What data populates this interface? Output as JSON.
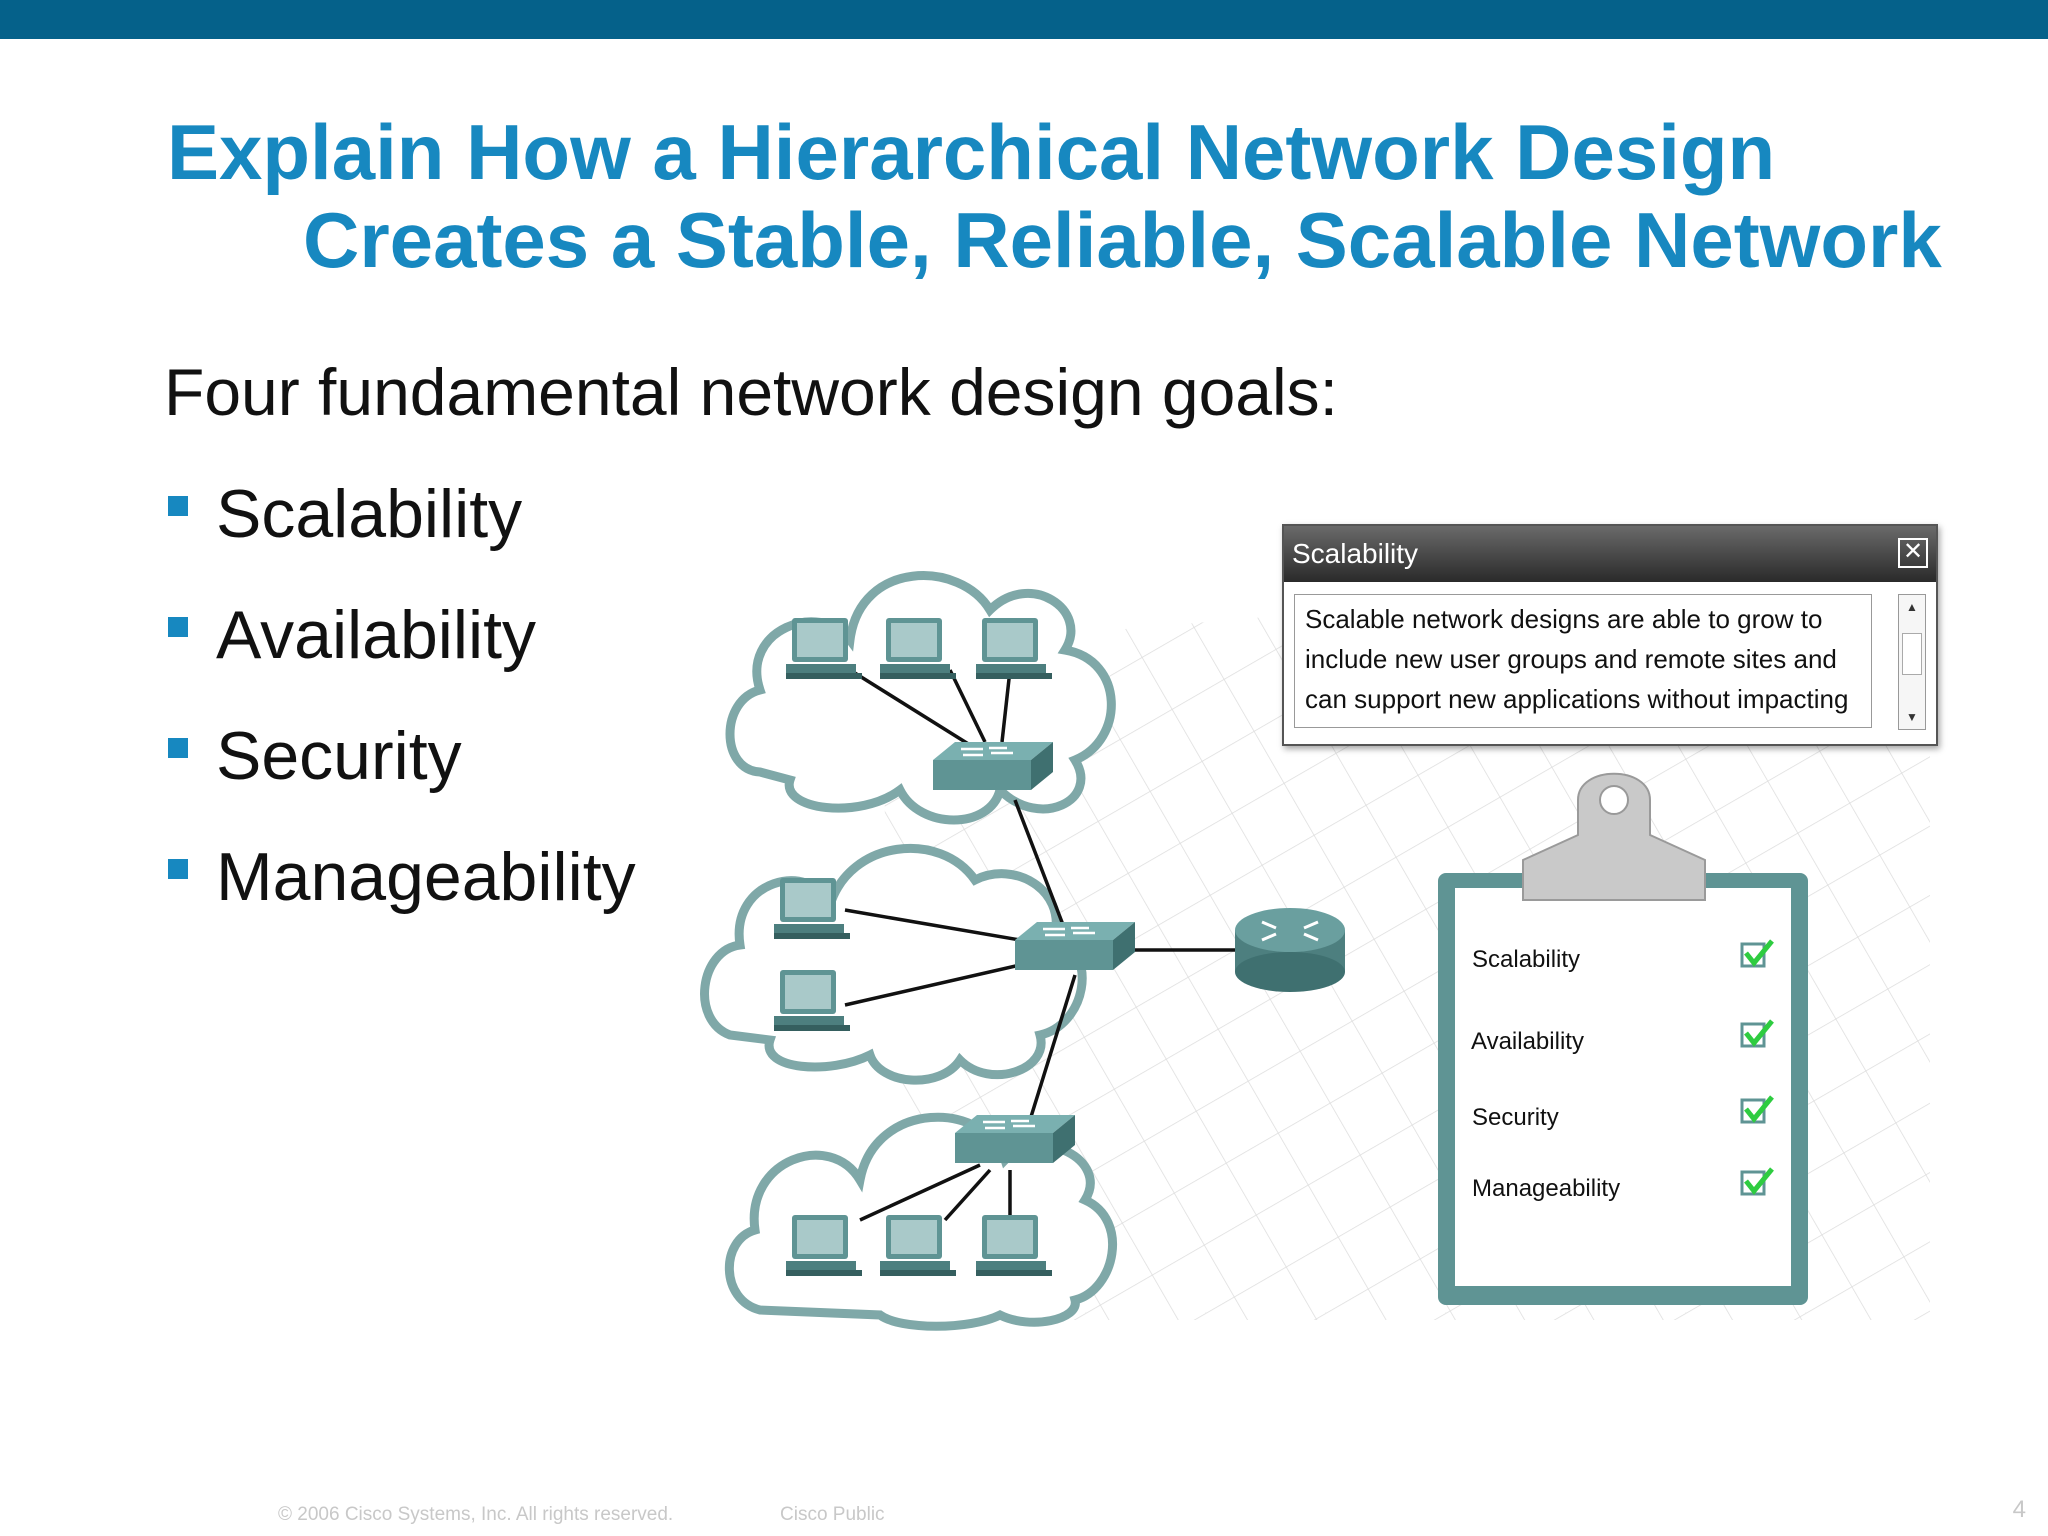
{
  "slide": {
    "title_line1": "Explain How a Hierarchical Network Design",
    "title_line2": "Creates a Stable, Reliable, Scalable Network",
    "subtitle": "Four fundamental network design goals:",
    "bullets": [
      "Scalability",
      "Availability",
      "Security",
      "Manageability"
    ]
  },
  "popup": {
    "title": "Scalability",
    "close_symbol": "✕",
    "lines": [
      "Scalable network designs are able to grow to",
      "include new user groups and remote sites and",
      "can support new applications without impacting"
    ]
  },
  "checklist": {
    "items": [
      "Scalability",
      "Availability",
      "Security",
      "Manageability"
    ]
  },
  "footer": {
    "copyright": "© 2006 Cisco Systems, Inc. All rights reserved.",
    "classification": "Cisco Public",
    "page_number": "4"
  },
  "colors": {
    "top_bar": "#05618a",
    "title": "#1788c0",
    "device_teal": "#5f9494",
    "check_green": "#2ecc40"
  }
}
